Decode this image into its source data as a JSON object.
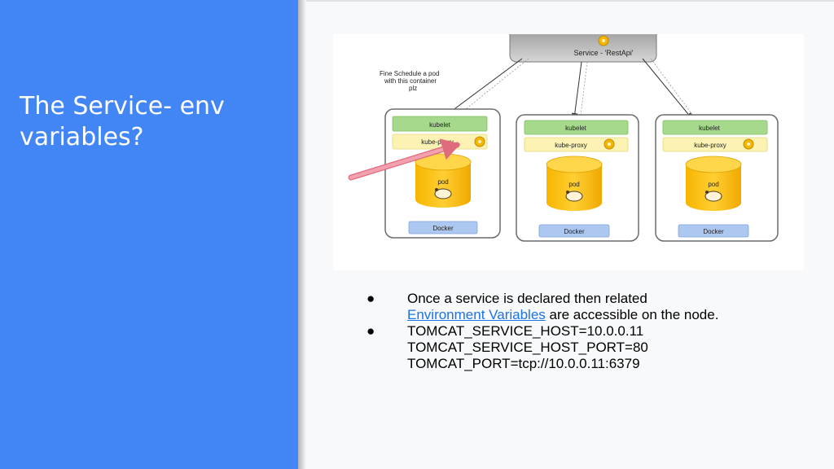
{
  "slide": {
    "title": "The Service- env variables?"
  },
  "diagram": {
    "service_label": "Service - 'RestApi'",
    "annotation": [
      "Fine Schedule a pod",
      "with this container",
      "plz"
    ],
    "nodes": [
      {
        "kubelet": "kubelet",
        "proxy": "kube-proxy",
        "pod": "pod",
        "runtime": "Docker"
      },
      {
        "kubelet": "kubelet",
        "proxy": "kube-proxy",
        "pod": "pod",
        "runtime": "Docker"
      },
      {
        "kubelet": "kubelet",
        "proxy": "kube-proxy",
        "pod": "pod",
        "runtime": "Docker"
      }
    ],
    "colors": {
      "service_box": "#b8b8b8",
      "kubelet": "#a6d98c",
      "proxy": "#fbf2b3",
      "pod": "#f7b500",
      "docker": "#adc8f0",
      "highlight_arrow": "#f3a1ae"
    }
  },
  "bullets": {
    "marker": "●",
    "item1_text": "Once a service is declared then related",
    "item1_link": "Environment Variables",
    "item1_tail": " are accessible on the node.",
    "item2_lines": [
      "TOMCAT_SERVICE_HOST=10.0.0.11",
      "TOMCAT_SERVICE_HOST_PORT=80",
      "TOMCAT_PORT=tcp://10.0.0.11:6379"
    ]
  }
}
